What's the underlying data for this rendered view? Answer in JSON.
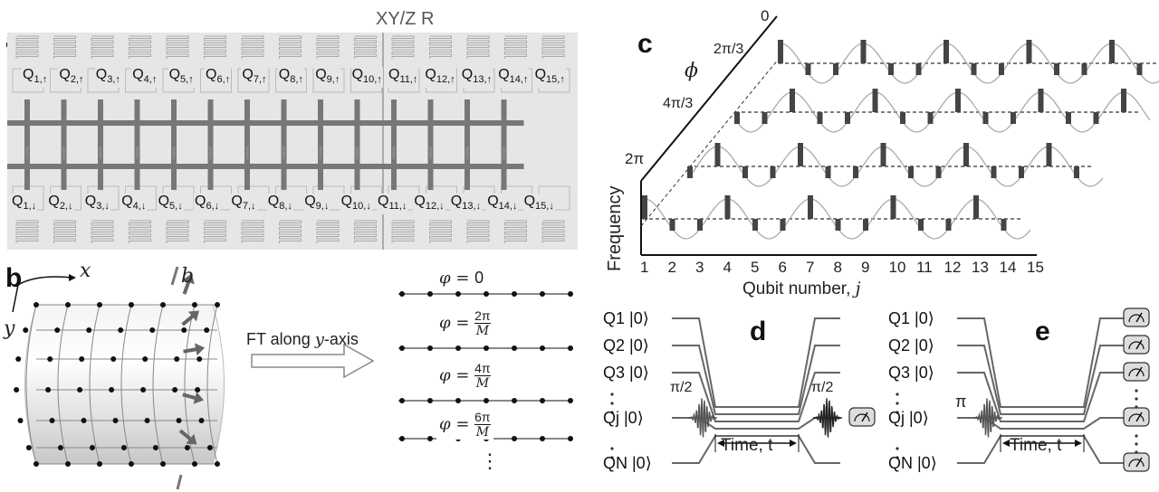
{
  "panel_a": {
    "label": "a",
    "top_annotation": "XY/Z  R",
    "qubits_up": [
      "Q1,↑",
      "Q2,↑",
      "Q3,↑",
      "Q4,↑",
      "Q5,↑",
      "Q6,↑",
      "Q7,↑",
      "Q8,↑",
      "Q9,↑",
      "Q10,↑",
      "Q11,↑",
      "Q12,↑",
      "Q13,↑",
      "Q14,↑",
      "Q15,↑"
    ],
    "qubits_down": [
      "Q1,↓",
      "Q2,↓",
      "Q3,↓",
      "Q4,↓",
      "Q5,↓",
      "Q6,↓",
      "Q7,↓",
      "Q8,↓",
      "Q9,↓",
      "Q10,↓",
      "Q11,↓",
      "Q12,↓",
      "Q13,↓",
      "Q14,↓",
      "Q15,↓"
    ]
  },
  "panel_b": {
    "label": "b",
    "axis_x": "x",
    "axis_y": "y",
    "axis_b": "b",
    "arrow_text_prefix": "FT along ",
    "arrow_text_var": "y",
    "arrow_text_suffix": "-axis",
    "phi_rows": [
      {
        "lhs": "φ =",
        "num": "0",
        "den": ""
      },
      {
        "lhs": "φ =",
        "num": "2π",
        "den": "M"
      },
      {
        "lhs": "φ =",
        "num": "4π",
        "den": "M"
      },
      {
        "lhs": "φ =",
        "num": "6π",
        "den": "M"
      }
    ],
    "ellipsis": "⋮"
  },
  "panel_c": {
    "label": "c",
    "phi_symbol": "ϕ",
    "phi_ticks": [
      "0",
      "2π/3",
      "4π/3",
      "2π"
    ],
    "ylabel": "Frequency",
    "xlabel_prefix": "Qubit number, ",
    "xlabel_var": "j",
    "x_ticks": [
      "1",
      "2",
      "3",
      "4",
      "5",
      "6",
      "7",
      "8",
      "9",
      "10",
      "11",
      "12",
      "13",
      "14",
      "15"
    ]
  },
  "panel_d": {
    "label": "d",
    "rows": [
      "Q1 |0⟩",
      "Q2 |0⟩",
      "Q3 |0⟩",
      "Qj |0⟩",
      "QN |0⟩"
    ],
    "pulse_left": "π/2",
    "pulse_right": "π/2",
    "time_label": "Time, t"
  },
  "panel_e": {
    "label": "e",
    "rows": [
      "Q1 |0⟩",
      "Q2 |0⟩",
      "Q3 |0⟩",
      "Qj |0⟩",
      "QN |0⟩"
    ],
    "pulse": "π",
    "time_label": "Time, t"
  }
}
